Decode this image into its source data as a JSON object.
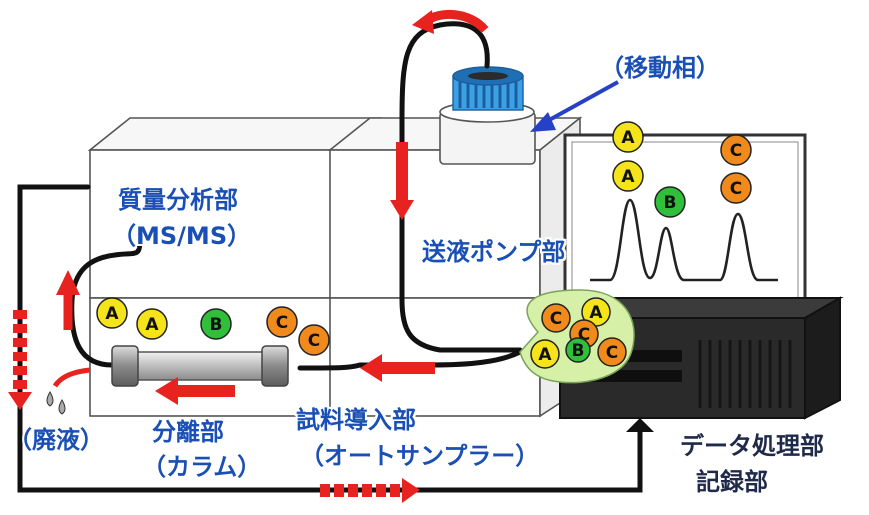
{
  "labels": {
    "mobile_phase": "（移動相）",
    "ms": "質量分析部",
    "ms_sub": "（MS/MS）",
    "pump": "送液ポンプ部",
    "separation": "分離部",
    "separation_sub": "（カラム）",
    "injector": "試料導入部",
    "injector_sub": "（オートサンプラー）",
    "waste": "（廃液）",
    "data": "データ処理部",
    "data_sub": "記録部"
  },
  "components": {
    "a": "A",
    "b": "B",
    "c": "C"
  },
  "colors": {
    "label_blue": "#1a4fb5",
    "arrow_red": "#e8231f",
    "comp_a": "#f5e41a",
    "comp_b": "#2fbf3a",
    "comp_c": "#f08a1c",
    "callout": "#d7f0a8",
    "pointer_blue": "#2740c8"
  },
  "icons": [
    "solvent-bottle-icon",
    "column-icon",
    "monitor-icon",
    "computer-tower-icon"
  ]
}
